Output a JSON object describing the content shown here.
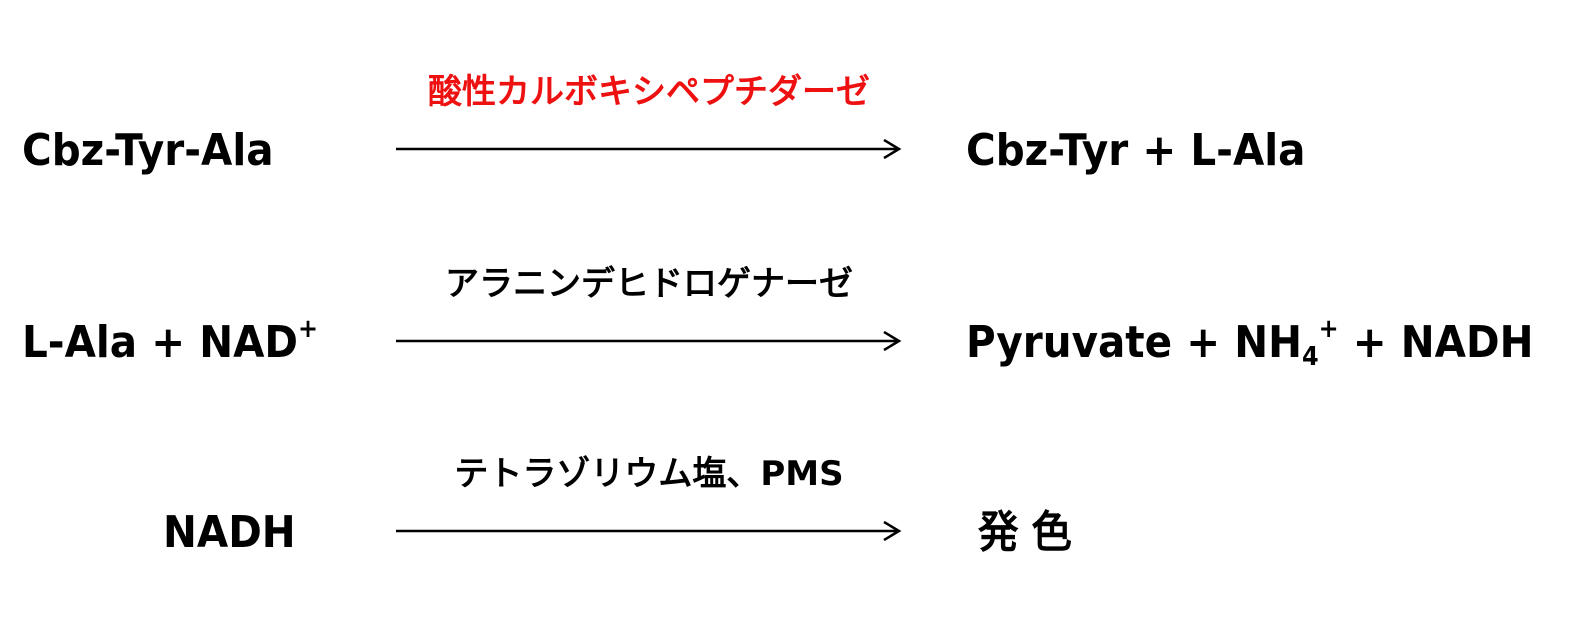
{
  "colors": {
    "text": "#000000",
    "highlight": "#ee1111",
    "background": "#ffffff"
  },
  "reactions": [
    {
      "substrate": "Cbz-Tyr-Ala",
      "enzyme": "酸性カルボキシペプチダーゼ",
      "enzyme_color": "#ee1111",
      "product": "Cbz-Tyr + L-Ala"
    },
    {
      "substrate_main": "L-Ala + NAD",
      "substrate_sup": "+",
      "enzyme": "アラニンデヒドロゲナーゼ",
      "enzyme_color": "#000000",
      "product_pre": "Pyruvate + NH",
      "product_sub": "4",
      "product_sup": "+",
      "product_post": " + NADH"
    },
    {
      "substrate": "NADH",
      "enzyme": "テトラゾリウム塩、PMS",
      "enzyme_color": "#000000",
      "product": "発色"
    }
  ]
}
